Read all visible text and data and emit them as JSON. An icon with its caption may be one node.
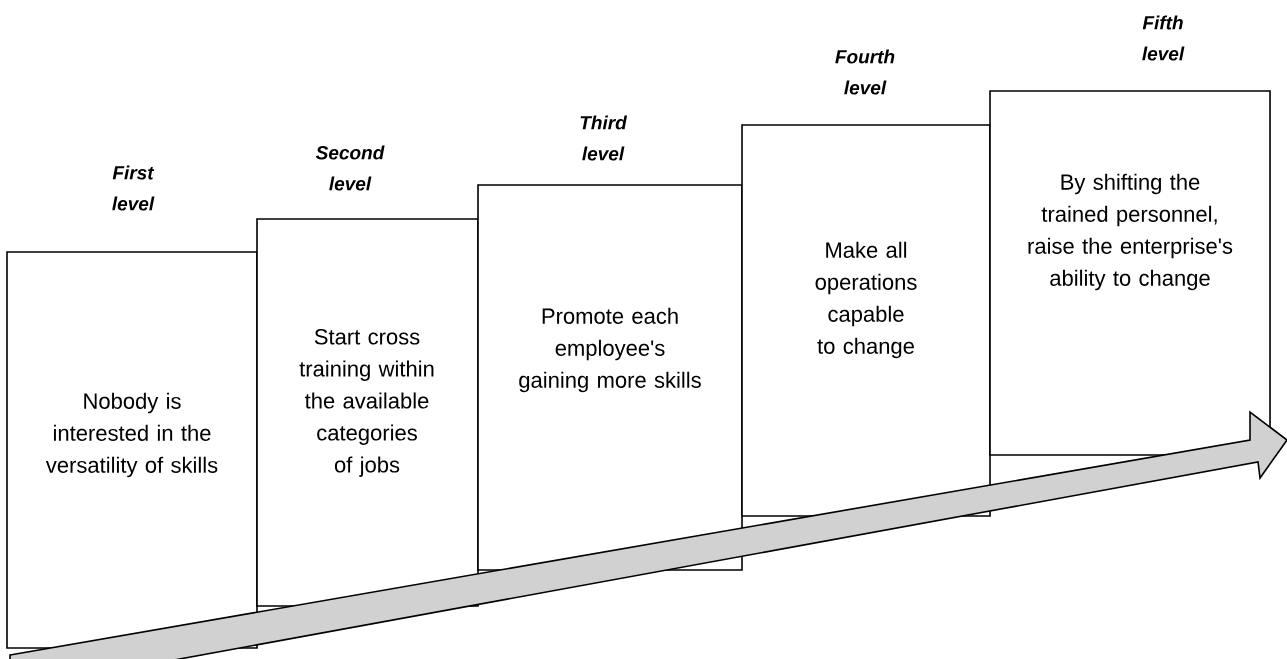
{
  "diagram": {
    "nodes": [
      {
        "text": [
          "First level",
          "Nobody is interested in the versatility of skills"
        ]
      },
      {
        "text": [
          "Second level",
          "Start cross training within the available categories of jobs"
        ]
      },
      {
        "text": [
          "Third level",
          "Promote each employee's gaining more skills"
        ]
      },
      {
        "text": [
          "Fourth level",
          "Make all operations capable to change"
        ]
      },
      {
        "text": [
          "Fifth level",
          "By shifting the trained personnel, raise the enterprise's ability to change"
        ]
      }
    ]
  }
}
